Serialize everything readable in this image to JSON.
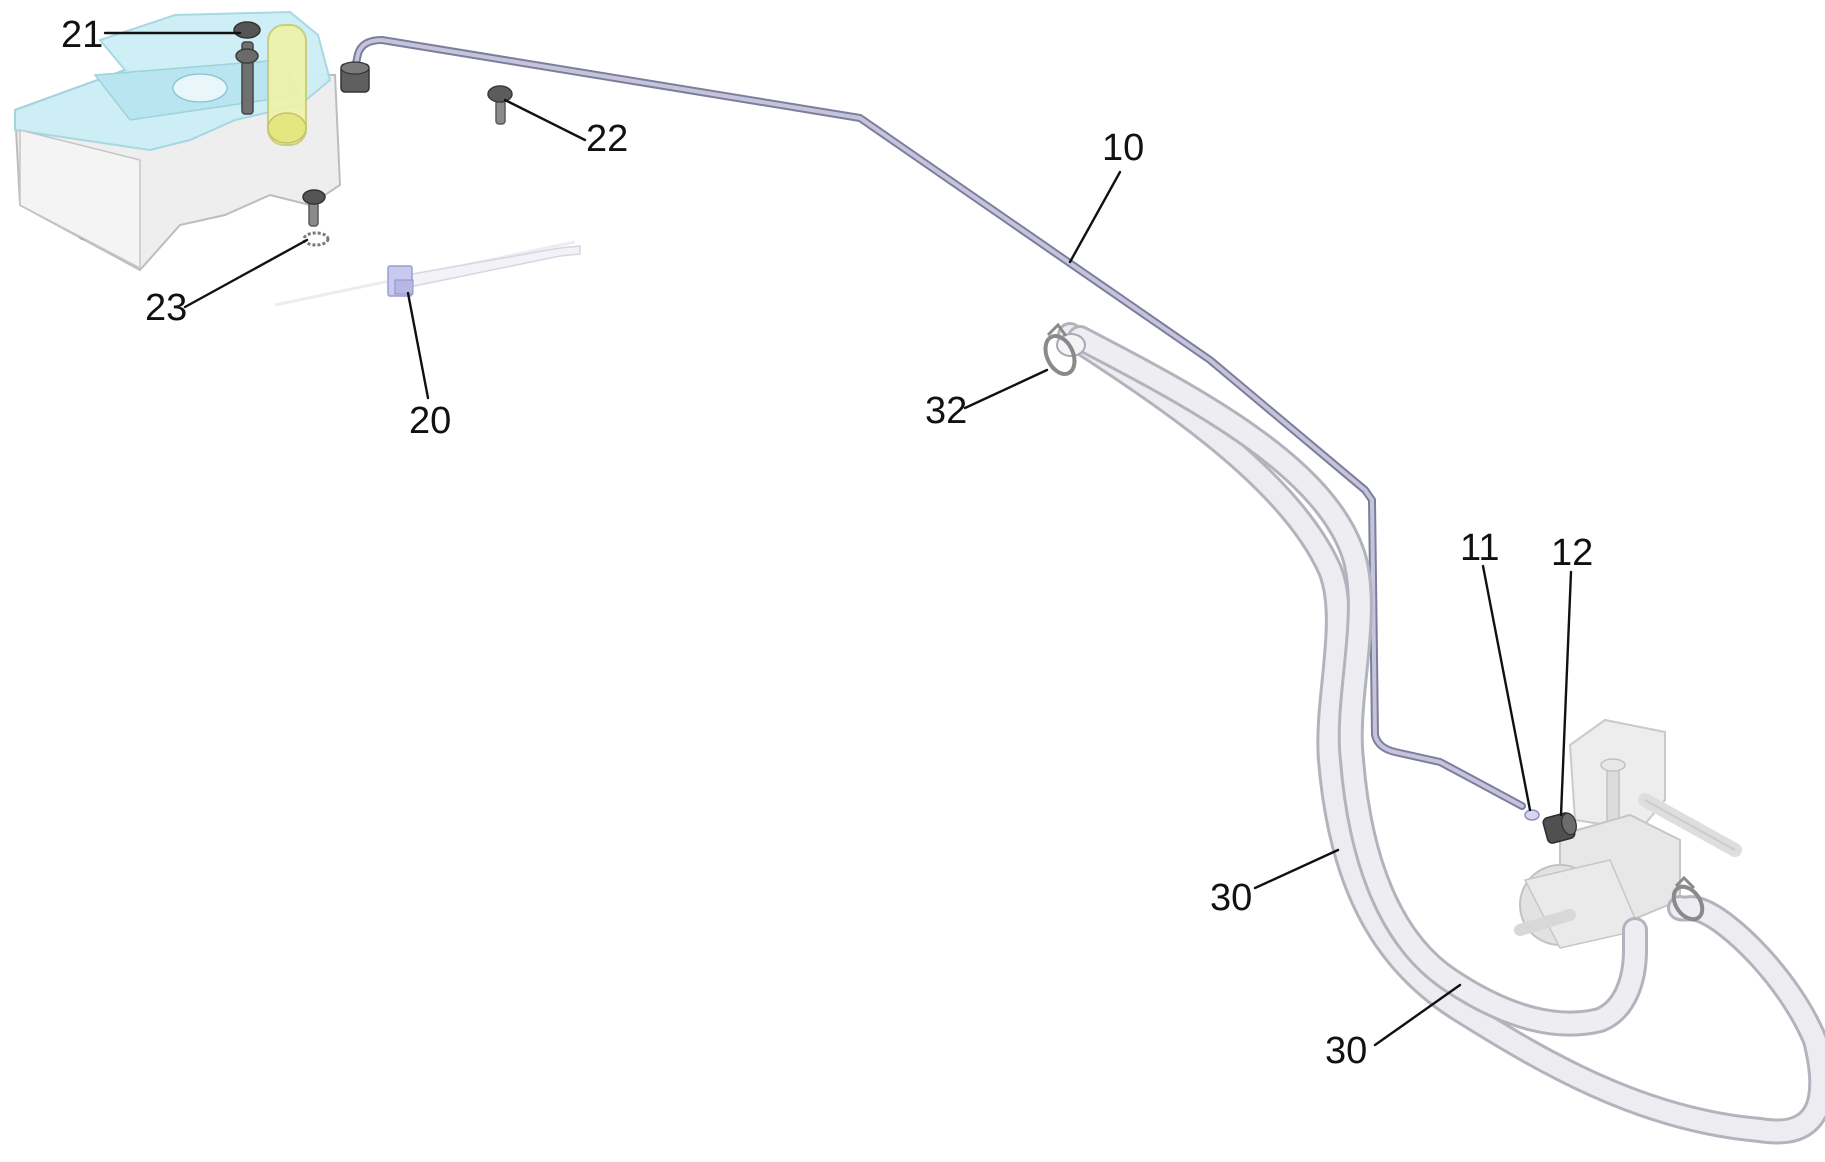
{
  "callouts": {
    "c21": "21",
    "c22": "22",
    "c10": "10",
    "c23": "23",
    "c20": "20",
    "c32": "32",
    "c11": "11",
    "c12": "12",
    "c30a": "30",
    "c30b": "30"
  },
  "parts": [
    {
      "id": "10",
      "name": "rigid-tube-line"
    },
    {
      "id": "11",
      "name": "small-fitting"
    },
    {
      "id": "12",
      "name": "nut-fitting"
    },
    {
      "id": "20",
      "name": "clip-with-tie"
    },
    {
      "id": "21",
      "name": "long-bolt"
    },
    {
      "id": "22",
      "name": "short-screw"
    },
    {
      "id": "23",
      "name": "screw-and-lock-washer"
    },
    {
      "id": "30",
      "name": "flexible-hose-pair"
    },
    {
      "id": "32",
      "name": "hose-clamps"
    }
  ],
  "colors": {
    "tank_fill": "#cfeff5",
    "tank_edge": "#9fd3df",
    "tube_metal": "#a6a6c2",
    "hose": "#e3e3ea",
    "hose_edge": "#b7b7c2",
    "pump_body": "#e6e6e6",
    "dark_metal": "#555555",
    "yellow_part": "#e9ee9a"
  }
}
